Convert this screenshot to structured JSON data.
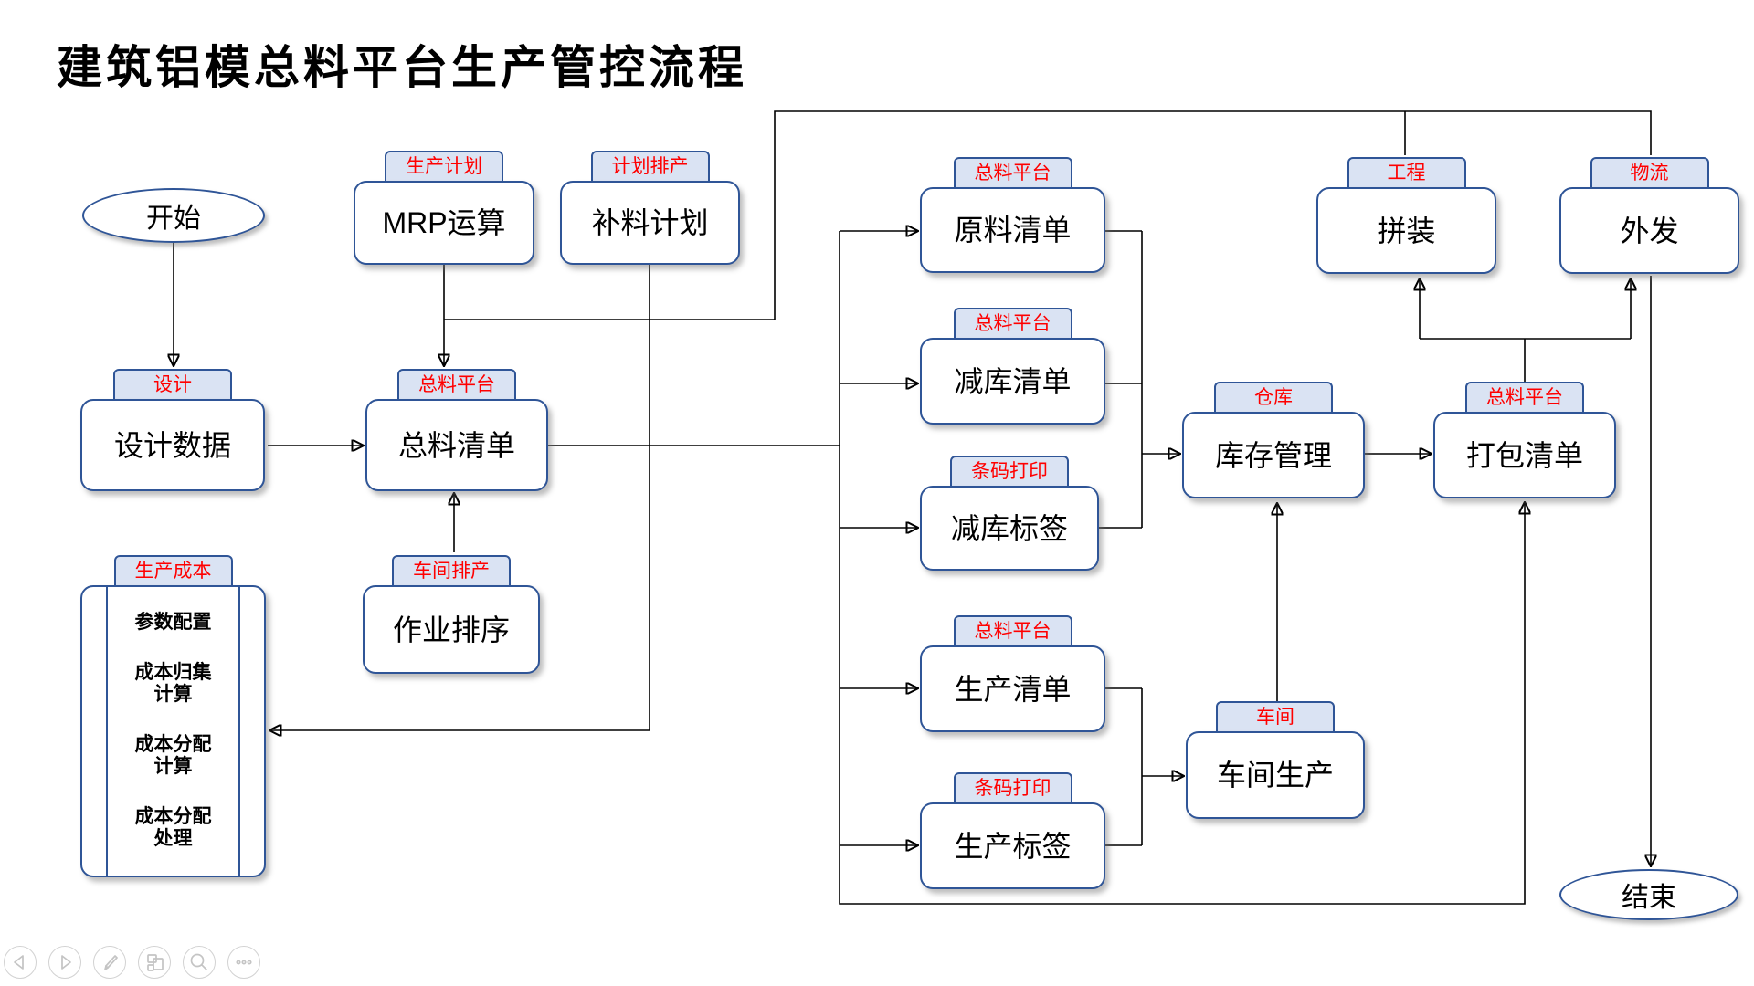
{
  "title": "建筑铝模总料平台生产管控流程",
  "colors": {
    "shape_border": "#2f5597",
    "tag_fill": "#dae3f3",
    "tag_text": "#ff0000",
    "connector": "#000000",
    "toolbar_icon": "#c4c4c4"
  },
  "nodes": {
    "start": {
      "label": "开始"
    },
    "end": {
      "label": "结束"
    },
    "mrp": {
      "tag": "生产计划",
      "label": "MRP运算"
    },
    "replenish": {
      "tag": "计划排产",
      "label": "补料计划"
    },
    "design": {
      "tag": "设计",
      "label": "设计数据"
    },
    "master_list": {
      "tag": "总料平台",
      "label": "总料清单"
    },
    "job_seq": {
      "tag": "车间排产",
      "label": "作业排序"
    },
    "cost": {
      "tag": "生产成本",
      "items": [
        "参数配置",
        "成本归集\n计算",
        "成本分配\n计算",
        "成本分配\n处理"
      ]
    },
    "raw_list": {
      "tag": "总料平台",
      "label": "原料清单"
    },
    "deduct_list": {
      "tag": "总料平台",
      "label": "减库清单"
    },
    "deduct_label": {
      "tag": "条码打印",
      "label": "减库标签"
    },
    "prod_list": {
      "tag": "总料平台",
      "label": "生产清单"
    },
    "prod_label": {
      "tag": "条码打印",
      "label": "生产标签"
    },
    "warehouse": {
      "tag": "仓库",
      "label": "库存管理"
    },
    "workshop": {
      "tag": "车间",
      "label": "车间生产"
    },
    "assembly": {
      "tag": "工程",
      "label": "拼装"
    },
    "outbound": {
      "tag": "物流",
      "label": "外发"
    },
    "packing": {
      "tag": "总料平台",
      "label": "打包清单"
    }
  },
  "toolbar": {
    "icons": [
      "previous-slide",
      "next-slide",
      "pen-tool",
      "slide-panels",
      "zoom-search",
      "more-options"
    ]
  }
}
